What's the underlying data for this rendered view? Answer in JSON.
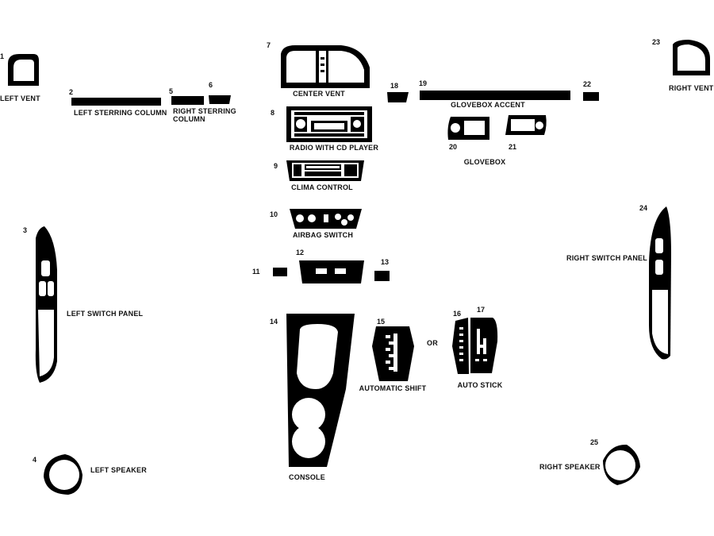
{
  "parts": [
    {
      "num": "1",
      "label": "LEFT VENT"
    },
    {
      "num": "2",
      "label": "LEFT STERRING COLUMN"
    },
    {
      "num": "5",
      "label": "RIGHT STERRING COLUMN"
    },
    {
      "num": "6",
      "label": ""
    },
    {
      "num": "7",
      "label": "CENTER VENT"
    },
    {
      "num": "8",
      "label": "RADIO WITH CD PLAYER"
    },
    {
      "num": "9",
      "label": "CLIMA CONTROL"
    },
    {
      "num": "10",
      "label": "AIRBAG SWITCH"
    },
    {
      "num": "11",
      "label": ""
    },
    {
      "num": "12",
      "label": ""
    },
    {
      "num": "13",
      "label": ""
    },
    {
      "num": "14",
      "label": ""
    },
    {
      "num": "15",
      "label": "AUTOMATIC SHIFT"
    },
    {
      "num": "16",
      "label": ""
    },
    {
      "num": "17",
      "label": "AUTO STICK"
    },
    {
      "num": "18",
      "label": ""
    },
    {
      "num": "19",
      "label": "GLOVEBOX ACCENT"
    },
    {
      "num": "20",
      "label": ""
    },
    {
      "num": "21",
      "label": ""
    },
    {
      "num": "22",
      "label": ""
    },
    {
      "num": "23",
      "label": "RIGHT VENT"
    },
    {
      "num": "24",
      "label": "RIGHT SWITCH PANEL"
    },
    {
      "num": "25",
      "label": "RIGHT SPEAKER"
    },
    {
      "num": "3",
      "label": "LEFT SWITCH PANEL"
    },
    {
      "num": "4",
      "label": "LEFT SPEAKER"
    }
  ],
  "labels": {
    "console": "CONSOLE",
    "glovebox": "GLOVEBOX",
    "or": "OR"
  },
  "colors": {
    "piece": "#000000",
    "background": "#ffffff"
  }
}
